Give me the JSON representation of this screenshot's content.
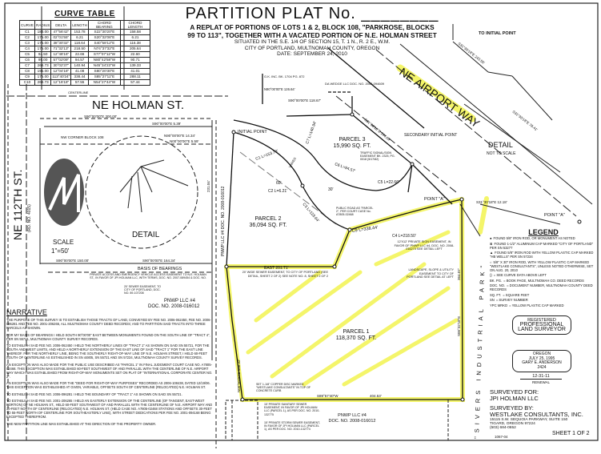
{
  "title": {
    "heading": "PARTITION PLAT No. ________",
    "line1": "A REPLAT OF PORTIONS OF LOTS 1 & 2, BLOCK 108, \"PARKROSE, BLOCKS",
    "line2": "99 TO 113\", TOGETHER WITH A VACATED PORTION OF N.E. HOLMAN STREET",
    "line3": "SITUATED IN THE S.E. 1/4 OF SECTION 15, T. 1 N., R. 2 E., W.M.",
    "line4": "CITY OF PORTLAND, MULTNOMAH COUNTY, OREGON",
    "line5": "DATE: SEPTEMBER 24, 2010"
  },
  "curve_table": {
    "title": "CURVE TABLE",
    "headers": [
      "CURVE",
      "RADIUS",
      "DELTA",
      "LENGTH",
      "CHORD BEARING",
      "CHORD LENGTH"
    ],
    "rows": [
      [
        "C1",
        "183.00",
        "47°56'42\"",
        "153.78",
        "S22°30'20\"E",
        "158.58"
      ],
      [
        "C2",
        "175.00",
        "02°01'55\"",
        "6.21",
        "S20°32'06\"E",
        "6.21"
      ],
      [
        "C3",
        "175.00",
        "38°30'32\"",
        "118.64",
        "S40°58'12\"E",
        "116.38"
      ],
      [
        "C4",
        "175.00",
        "71°32'13\"",
        "218.50",
        "N74°37'32\"E",
        "205.64"
      ],
      [
        "C5",
        "94.50",
        "12°48'16\"",
        "22.66",
        "S77°07'12\"W",
        "22.60"
      ],
      [
        "C6",
        "95.00",
        "57°02'09\"",
        "94.57",
        "N80°42'58\"W",
        "90.71"
      ],
      [
        "C7",
        "268.73",
        "30°02'37\"",
        "140.94",
        "N45°34'23\"W",
        "139.33"
      ],
      [
        "C8",
        "195.00",
        "12°04'18\"",
        "41.08",
        "S80°20'30\"E",
        "41.01"
      ],
      [
        "C9",
        "175.00",
        "113°40'24\"",
        "338.44",
        "S85°27'11\"E",
        "288.11"
      ],
      [
        "C10",
        "268.73",
        "12°16'18\"",
        "57.55",
        "N54°27'44\"W",
        "57.44"
      ]
    ]
  },
  "map": {
    "streets": {
      "holman": "NE HOLMAN ST.",
      "street_112": "NE 112TH ST.",
      "street_112_sub": "(RD. NO. 4015)",
      "airport": "NE AIRPORT WAY",
      "centerline": "CENTERLINE"
    },
    "parcels": [
      {
        "name": "PARCEL 1",
        "area": "118,370 SQ. FT."
      },
      {
        "name": "PARCEL 2",
        "area": "36,094 SQ. FT."
      },
      {
        "name": "PARCEL 3",
        "area": "15,990 SQ. FT."
      }
    ],
    "labels": {
      "initial_point": "INITIAL POINT",
      "secondary_initial_point": "SECONDARY INITIAL POINT",
      "point_a": "POINT \"A\"",
      "to_initial_point": "TO INITIAL POINT",
      "detail": "DETAIL",
      "detail_right": "DETAIL",
      "not_to_scale": "NOT TO SCALE",
      "scale": "SCALE",
      "scale_value": "1\"=50'",
      "basis_of_bearings": "BASIS OF BEARINGS",
      "nw_corner": "NW CORNER BLOCK 108",
      "pnwp_left_name": "PNWP LLC #4",
      "pnwp_left_doc": "DOC. NO. 2008-016012",
      "pnwp_bottom_name": "PNWP LLC #4",
      "pnwp_bottom_doc": "DOC. NO. 2008-016012",
      "pnwp_vertical": "PNWP LLC #4 DOC. NO. 2008-016012",
      "gk_inc": "G.K. INC. BK. 1704 PG. 872",
      "da_wedge": "DA WEDGE LLC DOC. NO. 2008-094609",
      "sivers": "\"SIVERS INDUSTRIAL PARK\"",
      "varies": "VARIES"
    },
    "dimensions": {
      "east_201": "EAST 201.71'",
      "bottom_bearing": "S89°57'40\"W",
      "bottom_len": "404.53'",
      "right_bearing": "S00°32'18\"E",
      "right_len": "364.07'",
      "left_bearing": "N00°00'00\"E 108.32'",
      "top_300": "S90°00'00\"E 300.00'",
      "top_339": "S90°00'00\"E 5.39'",
      "b150": "S90°00'00\"E 150.00'",
      "b164": "S90°00'00\"E 164.34'",
      "line_1434": "N90°00'00\"E 14.34'",
      "line_5_59": "N00°00'00\"E 5.59'",
      "h_126": "N90°00'00\"E 126.64'",
      "h_118": "S90°00'00\"E 118.67'",
      "d_231": "231.04'",
      "c1": "C1 L=153.78'",
      "c2": "C2 L=6.21'",
      "c3": "C3 L=118.64'",
      "c4": "C4 L=218.50'",
      "c5": "C5 L=22.66'",
      "c6": "C6 L=94.57'",
      "c7": "C7 L=140.94'",
      "c9": "C9 L=338.44'",
      "s31_144": "S31°30'18\"E 144.69'",
      "s31_243": "S31°30'18\"E 243.56'",
      "s31_78": "S31°30'18\"E 78.41'",
      "s31_12": "S31°30'18\"E 12.18'",
      "w30": "30'",
      "w60": "60'"
    },
    "notes": {
      "sewer": "20' WIDE SEWER EASEMENT, TO CITY OF PORTLAND (SEE DETAIL, SHEET 2 OF 2) SEE NOTE NO. 8, SHEET 2 OF 2",
      "landscape": "LANDSCAPE, SLOPE & UTILITY EASEMENT TO CITY OF PORTLAND SEE DETAIL AT LEFT",
      "sign": "12'X12' PRIVATE SIGN EASEMENT, IN FAVOR OF PNWP LLC #4, DOC. NO. 2008-016273 SEE DETAIL LEFT",
      "san_sewer": "15' PRIVATE SANITARY SEWER EASEMENT, IN FAVOR OF JPI HOLMAN LLC (PARCEL 1), AS PER DOC. NO. 2010-132775",
      "storm": "15' PRIVATE STORM SEWER EASEMENT, IN FAVOR OF JPI HOLMAN LLC (PARCEL 1), AS PER DOC. NO. 2010-132774",
      "access": "PRIVATE ACCESS AND EMERGENCY VEHICLE ACCESS EASEMENT TO N.E. HOLMAN ST., IN FAVOR OF JPI HOLMAN LLC, WITH TERMS, DOC. NO. 2007-089454 & DOC. NO.",
      "sewer20": "20' SEWER EASEMENT, TO CITY OF PORTLAND, DOC. NO. 89-107208",
      "copper1": "SET 1-1/8\" COPPER DISC MARKED \"WESTLAKE CONSULTANTS\" IN TOP OF CONCRETE CURB",
      "public_road": "PUBLIC ROAD AS \"PARCEL 2\", PER COURT CASE No. A7805-02468",
      "traffic": "TRAFFIC SIGNAL/SIGN EASEMENT BK. 2325, PG. 0018 (5/17/82)"
    }
  },
  "narrative": {
    "title": "NARRATIVE",
    "paragraphs": [
      "THE PURPOSE OF THIS SURVEY IS TO ESTABLISH THOSE TRACTS OF LAND, CONVEYED BY FEE NO. 2006-062450, FEE NO. 2006-096281 AND FEE NO. 2001-206265, ALL MULTNOMAH COUNTY DEED RECORDS; AND TO PARTITION SAID TRACTS INTO THREE PARCELS AS SHOWN.",
      "FOR MY BASIS OF BEARINGS I HELD SOUTH 90°00'00\" EAST BETWEEN MONUMENTS FOUND ON THE SOUTH LINE OF \"TRACT 4\", PER SN 55721, MULTNOMAH COUNTY SURVEY RECORDS.",
      "TO ESTABLISH SAID FEE NO. 2006-062450 I HELD THE NORTHERLY LINES OF \"TRACT 1\" AS SHOWN ON SAID SN 55721, FOR THE SOUTH AND WEST LIMITS, AND HELD A NORTHERLY EXTENSION OF THE EAST LINE OF SAID \"TRACT 1\" FOR THE EAST LINE THEREOF. FOR THE NORTHERLY LINE, BEING THE SOUTHERLY RIGHT-OF-WAY LINE OF N.E. HOLMAN STREET, I HELD 60-FEET SOUTH OF CENTERLINE AS ESTABLISHED IN SN 44805, SN 55721 AND SN 57234, MULTNOMAH COUNTY SURVEY RECORDS.",
      "AN EXCEPTION WAS ALSO MADE FOR THE PUBLIC USE DESCRIBED AS \"PARCEL 1\" IN FINAL JUDGMENT COURT CASE NO. A7805-02468. THIS EXCEPTION WAS ESTABLISHED 60-FEET SOUTHWEST OF AND PARALLEL WITH THE CENTERLINE OF N.E. AIRPORT WAY WHICH WAS ESTABLISHED FROM RIGHT-OF-WAY MONUMENTS SET ON PLAT OF \"INTERNATIONAL CORPORATE CENTER NO. 2\".",
      "AN EXCEPTION WAS ALSO MADE FOR THE \"DEED FOR RIGHT-OF-WAY PURPOSES\" RECORDED AS 2006-108438, DATED 12/19/06. THIS EXCEPTION WAS ESTABLISHED AT GIVEN, VARIABLE, OFFSETS SOUTH OF CENTERLINE (RELOCATED) N.E. HOLMAN ST.",
      "TO ESTABLISH SAID FEE NO. 2006-096281 I HELD THE BOUNDARY OF \"TRACT 1\" AS SHOWN ON SAID SN 55721.",
      "TO ESTABLISH SAID FEE NO. 2001-206265 I HELD AN EASTERLY EXTENSION OF THE CENTERLINE (OF TANGENT, EAST-WEST PORTION) OF NE HOLMAN ST., HELD 60-FEET SOUTHWEST OF AND PARALLEL WITH THE CENTERLINE OF N.E. AIRPORT WAY AND 30-FEET NORTH OF CENTERLINE (RELOCATED) N.E. HOLMAN ST. (HELD CASE NO. A7805-02468 STATIONS AND OFFSETS 30-FEET TO 55-FEET NORTH OF CENTERLINE FOR SOUTHEASTERLY LINE), WITH STREET DEDICATIONS PER FEE NO. 2001-094168 BEING EXCEPTED THEREFROM.",
      "THE NEW PARTITION LINE WAS ESTABLISHED AT THE DIRECTION OF THE PROPERTY OWNER."
    ]
  },
  "legend": {
    "title": "LEGEND",
    "items": [
      {
        "symbol": "●",
        "text": "FOUND 5/8\" IRON ROD, OR MONUMENT AS NOTED"
      },
      {
        "symbol": "⊠",
        "text": "FOUND 1-1/2\" ALUMINUM CAP MARKED \"CITY OF PORTLAND\" PER SN 53277"
      },
      {
        "symbol": "▲",
        "text": "FOUND 5/8\" IRON ROD WITH YELLOW PLASTIC CAP MARKED \"HB WELLS\" PER SN 57234"
      },
      {
        "symbol": "○",
        "text": "5/8\" X 30\" IRON ROD, WITH YELLOW PLASTIC CAP MARKED \"WESTLAKE CONSULTANTS\", UNLESS NOTED OTHERWISE, SET ON AUG. 20, 2010"
      },
      {
        "symbol": "()",
        "text": "= SEE CURVE DATA ABOVE LEFT"
      },
      {
        "symbol": "BK. PG.",
        "text": "= BOOK PAGE, MULTNOMAH CO. DEED RECORDS"
      },
      {
        "symbol": "DOC. NO.",
        "text": "= DOCUMENT NUMBER, MULTNOMAH COUNTY DEED RECORDS"
      },
      {
        "symbol": "SQ. FT.",
        "text": "= SQUARE FEET"
      },
      {
        "symbol": "SN",
        "text": "= SURVEY NUMBER"
      },
      {
        "symbol": "YPC MRKD",
        "text": "= YELLOW PLASTIC CAP MARKED"
      }
    ]
  },
  "stamp": {
    "line1": "REGISTERED",
    "line2": "PROFESSIONAL",
    "line3": "LAND SURVEYOR",
    "state": "OREGON",
    "date": "JULY 25, 1995",
    "name": "GARY E. ANDERSON",
    "number": "2424",
    "renewal_date": "12-31-11",
    "renewal": "RENEWAL"
  },
  "surveyed_for": {
    "label": "SURVEYED FOR:",
    "name": "JPI HOLMAN LLC"
  },
  "surveyed_by": {
    "label": "SURVEYED BY:",
    "name": "WESTLAKE CONSULTANTS, INC.",
    "address1": "15115 S.W. SEQUOIA PARKWAY, SUITE 150",
    "address2": "TIGARD, OREGON 97224",
    "phone": "(503) 684-0652"
  },
  "sheet": "SHEET 1 OF 2",
  "job_number": "1067-04",
  "colors": {
    "highlight": "#f4f56a",
    "ink": "#111111",
    "paper": "#ffffff"
  }
}
